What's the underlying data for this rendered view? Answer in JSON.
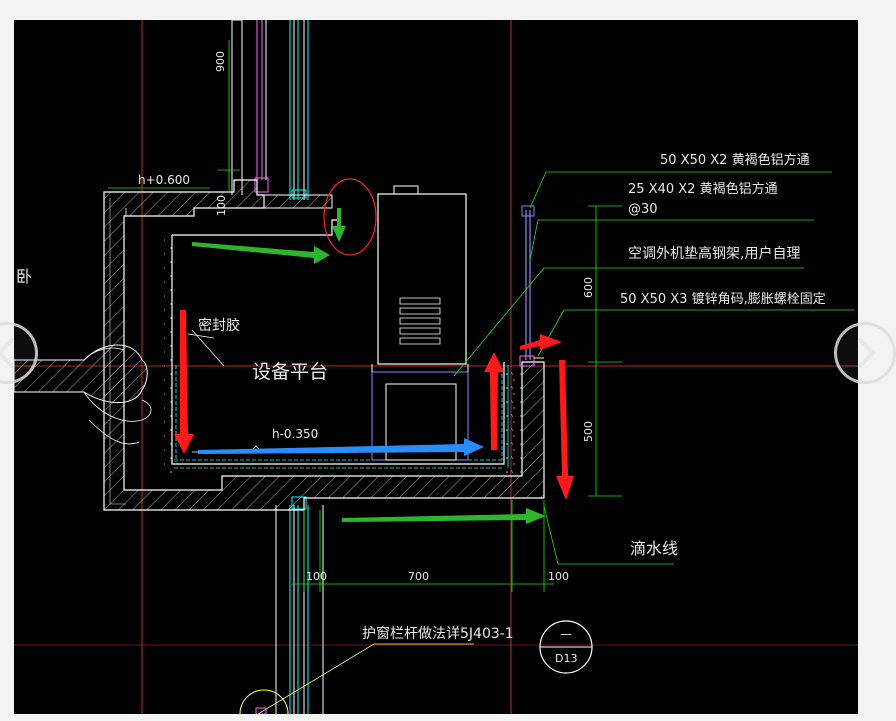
{
  "labels": {
    "aluminum_tube_50": "50 X50 X2 黄褐色铝方通",
    "aluminum_tube_25": "25 X40 X2 黄褐色铝方通",
    "spacing": "@30",
    "ac_bracket": "空调外机垫高钢架,用户自理",
    "angle_steel": "50 X50 X3 镀锌角码,膨胀螺栓固定",
    "sealant": "密封胶",
    "equipment_platform": "设备平台",
    "drip_line": "滴水线",
    "window_railing": "护窗栏杆做法详5J403-1",
    "level_top": "h+0.600",
    "level_platform": "h-0.350",
    "left_edge_text": "卧",
    "detail_number": "—",
    "detail_sheet": "D13"
  },
  "dimensions": {
    "d900": "900",
    "d100_top": "100",
    "d600": "600",
    "d500": "500",
    "d100_left": "100",
    "d700": "700",
    "d100_right": "100"
  },
  "colors": {
    "background": "#000000",
    "wall_line": "#ffffff",
    "cyan_line": "#00ffff",
    "magenta_line": "#ff66ff",
    "red_line": "#ff3030",
    "green_line": "#22dd22",
    "yellow_line": "#ffff66",
    "arrow_red": "#ff1a1a",
    "arrow_green": "#2db52d",
    "arrow_blue": "#2a8cff"
  },
  "navigation": {
    "prev_icon": "chevron-left-icon",
    "next_icon": "chevron-right-icon"
  }
}
